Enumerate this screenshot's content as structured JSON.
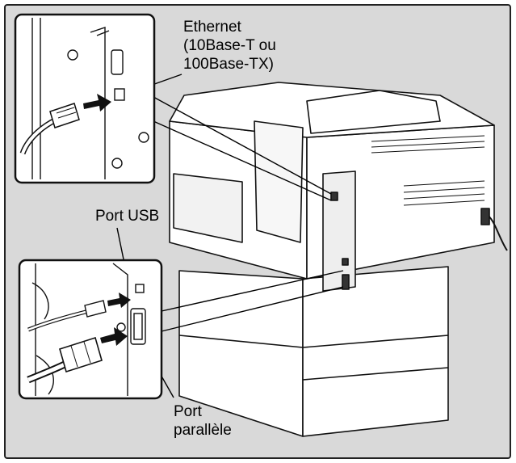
{
  "labels": {
    "ethernet": [
      "Ethernet",
      "(10Base-T ou",
      "100Base-TX)"
    ],
    "usb": "Port USB",
    "parallel": [
      "Port",
      "parallèle"
    ]
  },
  "colors": {
    "background": "#d9d9d9",
    "frame": "#222222",
    "panel": "#ffffff",
    "line": "#000000"
  },
  "icons": [
    "ethernet-connector-icon",
    "usb-connector-icon",
    "parallel-connector-icon",
    "arrow-icon"
  ]
}
